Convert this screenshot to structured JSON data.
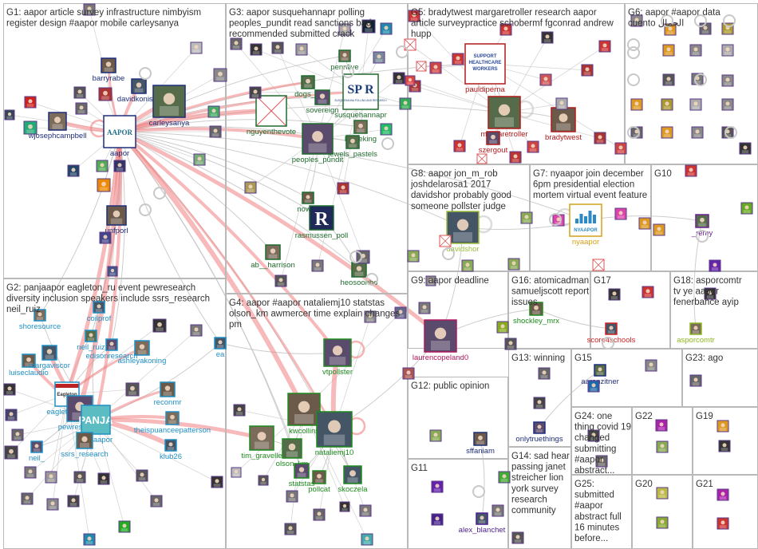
{
  "groups": [
    {
      "id": "G1",
      "header": [
        "G1: aapor article survey infrastructure nimbyism",
        "register design #aapor mobile carleysanya"
      ]
    },
    {
      "id": "G2",
      "header": [
        "G2: panjaapor eagleton_ru event pewresearch",
        "diversity inclusion speakers include ssrs_research",
        "neil_ruiz"
      ]
    },
    {
      "id": "G3",
      "header": [
        "G3: aapor susquehannapr polling",
        "peoples_pundit read sanctions bad",
        "recommended submitted crack"
      ]
    },
    {
      "id": "G4",
      "header": [
        "G4: aapor #aapor nataliemj10 statstas",
        "olson_km awmercer time explain changes",
        "pm"
      ]
    },
    {
      "id": "G5",
      "header": [
        "G5: bradytwest margaretroller research aapor",
        "article surveypractice schobermf fgconrad andrew",
        "hupp"
      ]
    },
    {
      "id": "G6",
      "header": [
        "G6: aapor #aapor data",
        "cuento الجمال"
      ]
    },
    {
      "id": "G7",
      "header": [
        "G7: nyaapor join december",
        "6pm presidential election",
        "mortem virtual event feature"
      ]
    },
    {
      "id": "G8",
      "header": [
        "G8: aapor jon_m_rob",
        "joshdelarosa1 2017",
        "davidshor probably good",
        "someone pollster judge"
      ]
    },
    {
      "id": "G9",
      "header": [
        "G9: aapor deadline"
      ]
    },
    {
      "id": "G10",
      "header": [
        "G10"
      ]
    },
    {
      "id": "G11",
      "header": [
        "G11"
      ]
    },
    {
      "id": "G12",
      "header": [
        "G12: public opinion"
      ]
    },
    {
      "id": "G13",
      "header": [
        "G13: winning"
      ]
    },
    {
      "id": "G14",
      "header": [
        "G14: sad hear",
        "passing janet",
        "streicher lion",
        "york survey",
        "research",
        "community"
      ]
    },
    {
      "id": "G15",
      "header": [
        "G15"
      ]
    },
    {
      "id": "G16",
      "header": [
        "G16: atomicadman",
        "samueljscott report",
        "issues"
      ]
    },
    {
      "id": "G17",
      "header": [
        "G17"
      ]
    },
    {
      "id": "G18",
      "header": [
        "G18: asporcomtr",
        "tv ye aapor",
        "fenerbahce ayip"
      ]
    },
    {
      "id": "G19",
      "header": [
        "G19"
      ]
    },
    {
      "id": "G20",
      "header": [
        "G20"
      ]
    },
    {
      "id": "G21",
      "header": [
        "G21"
      ]
    },
    {
      "id": "G22",
      "header": [
        "G22"
      ]
    },
    {
      "id": "G23",
      "header": [
        "G23: ago"
      ]
    },
    {
      "id": "G24",
      "header": [
        "G24: one",
        "thing covid 19",
        "changed",
        "submitting",
        "#aapor",
        "abstract..."
      ]
    },
    {
      "id": "G25",
      "header": [
        "G25:",
        "submitted",
        "#aapor",
        "abstract full",
        "16 minutes",
        "before..."
      ]
    }
  ],
  "colors": {
    "border": "#b9b9b9",
    "edge": "#c4c4c4",
    "edge_heavy": "#f08080",
    "g1": "#1f2e7a",
    "g2": "#1f8fc4",
    "g3": "#1f6b2e",
    "g4": "#1e8a1e",
    "g5": "#b11a1a",
    "g7": "#d4a017",
    "g8": "#9bbd3c",
    "g9": "#b0175e",
    "g10": "#6b1f8f",
    "g11": "#4a1f8f",
    "g13": "#1f2e7a",
    "g16": "#1e8a1e",
    "g17": "#cc2222",
    "g18": "#8fb61e"
  },
  "nodes": [
    {
      "label": "barryrabe",
      "group": "g1"
    },
    {
      "label": "davidkonisky",
      "group": "g1"
    },
    {
      "label": "wjosephcampbell",
      "group": "g1"
    },
    {
      "label": "carleysanya",
      "group": "g1"
    },
    {
      "label": "aapor",
      "group": "g1"
    },
    {
      "label": "unfporl",
      "group": "g1"
    },
    {
      "label": "coilprof",
      "group": "g2"
    },
    {
      "label": "shoresource",
      "group": "g2"
    },
    {
      "label": "neil_ruiz",
      "group": "g2"
    },
    {
      "label": "edisonresearch",
      "group": "g2"
    },
    {
      "label": "luiseclaudio",
      "group": "g2"
    },
    {
      "label": "margaviscor",
      "group": "g2"
    },
    {
      "label": "ashleyakoning",
      "group": "g2"
    },
    {
      "label": "eagletonpoll",
      "group": "g2"
    },
    {
      "label": "pewresearch",
      "group": "g2"
    },
    {
      "label": "reconmr",
      "group": "g2"
    },
    {
      "label": "ea",
      "group": "g2"
    },
    {
      "label": "theispuanceepatterson",
      "group": "g2"
    },
    {
      "label": "panjaapor",
      "group": "g2"
    },
    {
      "label": "neil_",
      "group": "g2"
    },
    {
      "label": "ssrs_research",
      "group": "g2"
    },
    {
      "label": "klub26",
      "group": "g2"
    },
    {
      "label": "pennlive",
      "group": "g3"
    },
    {
      "label": "dogs_of",
      "group": "g3"
    },
    {
      "label": "sovereign",
      "group": "g3"
    },
    {
      "label": "susquehannapr",
      "group": "g3"
    },
    {
      "label": "nguyenthevote",
      "group": "g3"
    },
    {
      "label": "kejoeking",
      "group": "g3"
    },
    {
      "label": "jewels_pastels",
      "group": "g3"
    },
    {
      "label": "peoples_pundit",
      "group": "g3"
    },
    {
      "label": "noway",
      "group": "g3"
    },
    {
      "label": "rasmussen_poll",
      "group": "g3"
    },
    {
      "label": "ab__harrison",
      "group": "g3"
    },
    {
      "label": "heosoonho",
      "group": "g3"
    },
    {
      "label": "vtpollster",
      "group": "g4"
    },
    {
      "label": "kwcollins",
      "group": "g4"
    },
    {
      "label": "nataliemj10",
      "group": "g4"
    },
    {
      "label": "tim_gravelle",
      "group": "g4"
    },
    {
      "label": "olson_km",
      "group": "g4"
    },
    {
      "label": "statstas",
      "group": "g4"
    },
    {
      "label": "pollcat",
      "group": "g4"
    },
    {
      "label": "skoczela",
      "group": "g4"
    },
    {
      "label": "pauldiperna",
      "group": "g5"
    },
    {
      "label": "margaretroller",
      "group": "g5"
    },
    {
      "label": "szergout",
      "group": "g5"
    },
    {
      "label": "bradytwest",
      "group": "g5"
    },
    {
      "label": "davidshor",
      "group": "g8"
    },
    {
      "label": "nyaapor",
      "group": "g7"
    },
    {
      "label": "_remy",
      "group": "g10"
    },
    {
      "label": "laurencopeland0",
      "group": "g9"
    },
    {
      "label": "shockley_mrx",
      "group": "g16"
    },
    {
      "label": "score4schools",
      "group": "g17"
    },
    {
      "label": "asporcomtr",
      "group": "g18"
    },
    {
      "label": "aaronzitner",
      "group": "g13"
    },
    {
      "label": "onlytruethings",
      "group": "g13"
    },
    {
      "label": "sffaniam",
      "group": "g13"
    },
    {
      "label": "alex_blanchet",
      "group": "g11"
    }
  ],
  "logo_texts": {
    "aapor": "AAPOR",
    "spr": "SP R",
    "spr_sub": "SUSQUEHANNA POLLING AND RESEARCH",
    "support": "SUPPORT HEALTHCARE WORKERS",
    "nyaapor": "NYAAPOR",
    "rasmussen": "R",
    "panjaapor": "PANJA",
    "eagleton": "Eagleton Institute of Politics"
  }
}
